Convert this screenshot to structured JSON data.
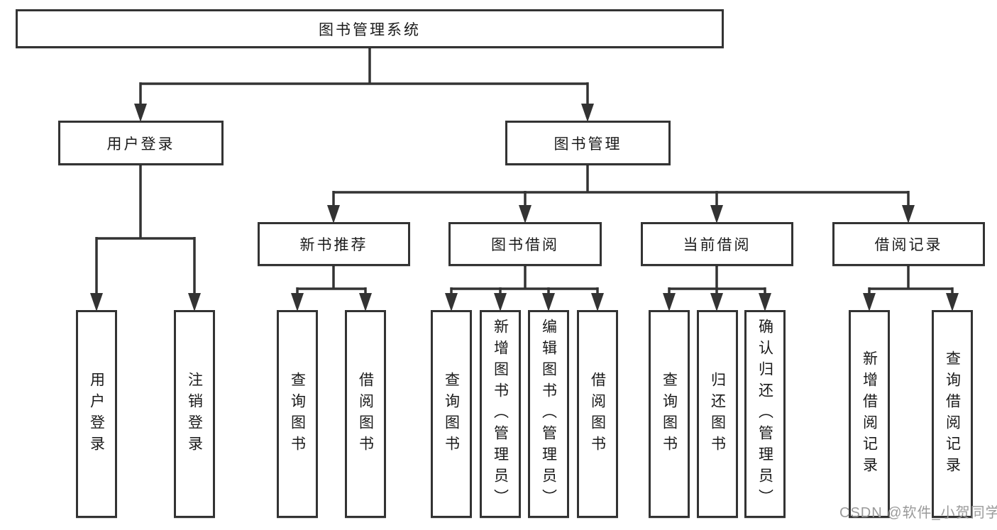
{
  "diagram_title": "图书管理系统",
  "colors": {
    "line": "#333333",
    "box_border": "#333333",
    "box_fill": "#ffffff",
    "text": "#1a1a1a",
    "watermark": "#9a9a9a",
    "background": "#ffffff"
  },
  "root": {
    "label": "图书管理系统"
  },
  "level2": [
    {
      "label": "用户登录"
    },
    {
      "label": "图书管理"
    }
  ],
  "level3": [
    {
      "label": "新书推荐",
      "parent": "图书管理"
    },
    {
      "label": "图书借阅",
      "parent": "图书管理"
    },
    {
      "label": "当前借阅",
      "parent": "图书管理"
    },
    {
      "label": "借阅记录",
      "parent": "图书管理"
    }
  ],
  "leaves": [
    {
      "label": "用户登录",
      "parent": "用户登录"
    },
    {
      "label": "注销登录",
      "parent": "用户登录"
    },
    {
      "label": "查询图书",
      "parent": "新书推荐"
    },
    {
      "label": "借阅图书",
      "parent": "新书推荐"
    },
    {
      "label": "查询图书",
      "parent": "图书借阅"
    },
    {
      "label": "新增图书（管理员）",
      "parent": "图书借阅"
    },
    {
      "label": "编辑图书（管理员）",
      "parent": "图书借阅"
    },
    {
      "label": "借阅图书",
      "parent": "图书借阅"
    },
    {
      "label": "查询图书",
      "parent": "当前借阅"
    },
    {
      "label": "归还图书",
      "parent": "当前借阅"
    },
    {
      "label": "确认归还（管理员）",
      "parent": "当前借阅"
    },
    {
      "label": "新增借阅记录",
      "parent": "借阅记录"
    },
    {
      "label": "查询借阅记录",
      "parent": "借阅记录"
    }
  ],
  "watermark": "CSDN @软件_小贺同学"
}
